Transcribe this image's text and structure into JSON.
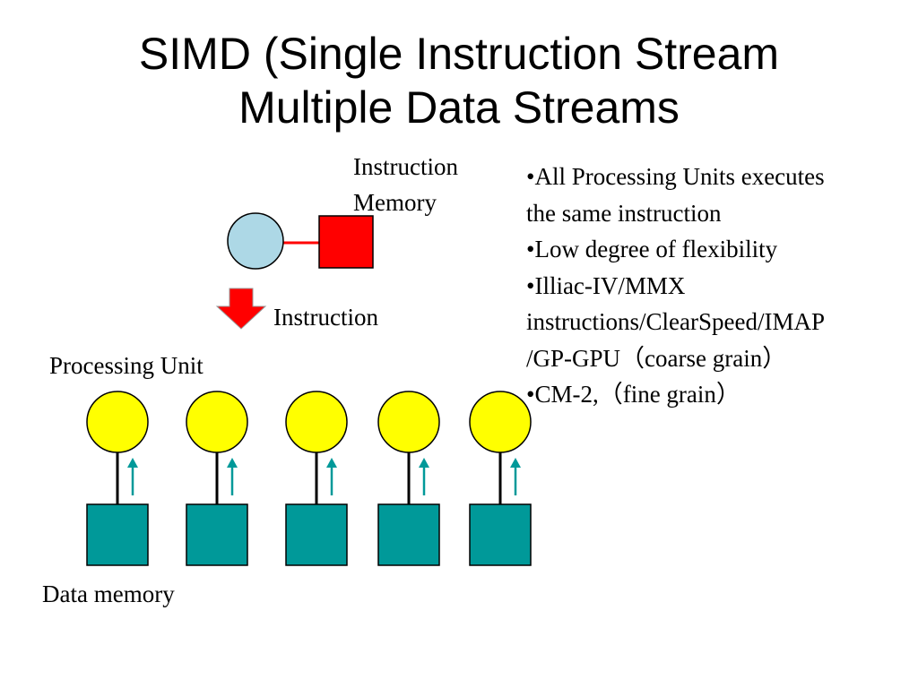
{
  "slide": {
    "title_line1": "SIMD (Single Instruction Stream",
    "title_line2": "Multiple Data Streams"
  },
  "diagram": {
    "instruction_memory_line1": "Instruction",
    "instruction_memory_line2": "Memory",
    "instruction_label": "Instruction",
    "processing_unit_label": "Processing Unit",
    "data_memory_label": "Data memory",
    "pe_count": 5,
    "colors": {
      "control_unit": "#add8e6",
      "instruction_memory": "#ff0000",
      "link": "#ff0000",
      "broadcast_arrow": "#ff0000",
      "processing_unit": "#ffff00",
      "data_memory": "#009999",
      "data_arrow": "#009999"
    }
  },
  "bullets": [
    {
      "line1": "•All Processing Units executes",
      "line2": "the same instruction"
    },
    {
      "line1": "•Low degree of flexibility"
    },
    {
      "line1": "•Illiac-IV/MMX",
      "line2": "instructions/ClearSpeed/IMAP",
      "line3": "/GP-GPU（coarse grain）"
    },
    {
      "line1": "•CM-2,（fine grain）"
    }
  ]
}
